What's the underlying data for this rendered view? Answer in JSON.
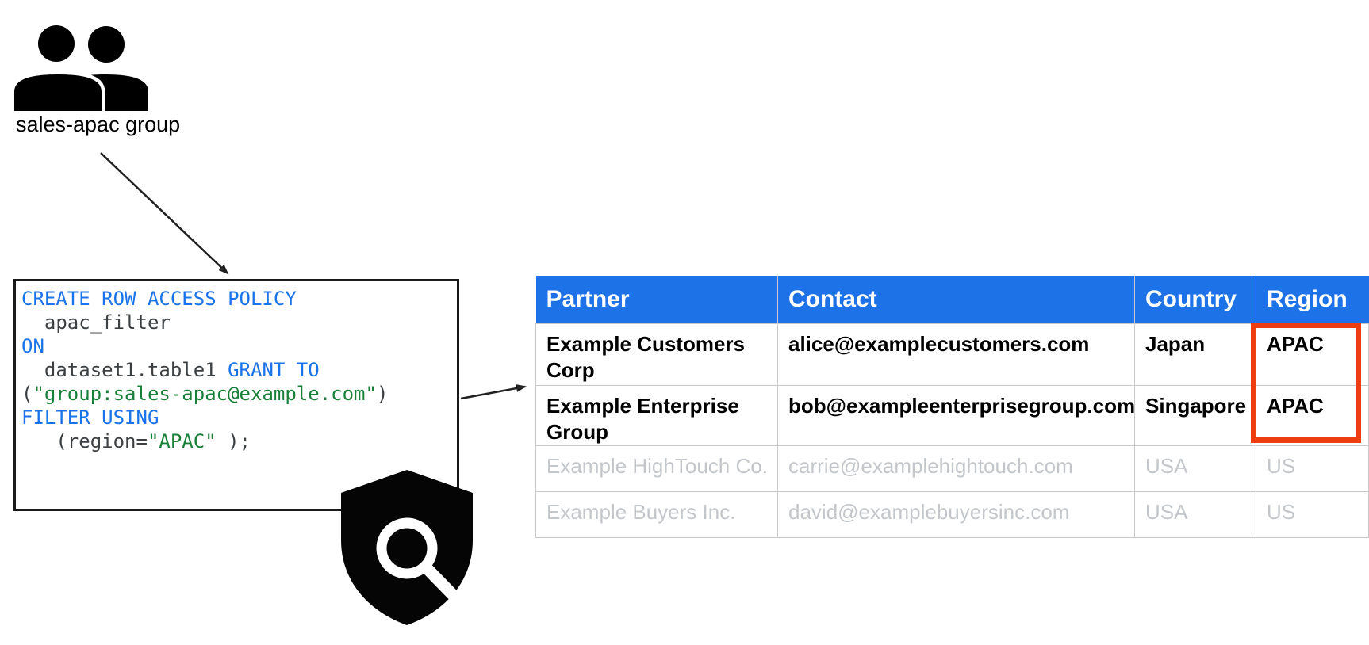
{
  "colors": {
    "header_blue": "#1e72e8",
    "keyword_blue": "#1a73e8",
    "string_green": "#188038",
    "code_text": "#3c4043",
    "highlight_red": "#ee3d12",
    "muted_gray": "#c3c7cb"
  },
  "group": {
    "label": "sales-apac group",
    "icon": "user-group-icon"
  },
  "code_box": {
    "icon": "shield-search-icon",
    "lines": [
      {
        "segments": [
          {
            "t": "CREATE ROW ACCESS POLICY"
          }
        ]
      },
      {
        "segments": [
          {
            "t": "  apac_filter"
          }
        ]
      },
      {
        "segments": [
          {
            "t": "ON"
          }
        ]
      },
      {
        "segments": [
          {
            "t": "  dataset1.table1 "
          },
          {
            "t": "GRANT TO"
          }
        ]
      },
      {
        "segments": [
          {
            "t": "("
          },
          {
            "t": "\"group:sales-apac@example.com\""
          },
          {
            "t": ")"
          }
        ]
      },
      {
        "segments": [
          {
            "t": "FILTER USING"
          }
        ]
      },
      {
        "segments": [
          {
            "t": "   (region="
          },
          {
            "t": "\"APAC\""
          },
          {
            "t": " );"
          }
        ]
      }
    ]
  },
  "table": {
    "headers": [
      "Partner",
      "Contact",
      "Country",
      "Region"
    ],
    "rows": [
      {
        "partner": "Example Customers Corp",
        "contact": "alice@examplecustomers.com",
        "country": "Japan",
        "region": "APAC",
        "filtered": false
      },
      {
        "partner": "Example Enterprise Group",
        "contact": "bob@exampleenterprisegroup.com",
        "country": "Singapore",
        "region": "APAC",
        "filtered": false
      },
      {
        "partner": "Example HighTouch Co.",
        "contact": "carrie@examplehightouch.com",
        "country": "USA",
        "region": "US",
        "filtered": true
      },
      {
        "partner": "Example Buyers Inc.",
        "contact": "david@examplebuyersinc.com",
        "country": "USA",
        "region": "US",
        "filtered": true
      }
    ]
  }
}
